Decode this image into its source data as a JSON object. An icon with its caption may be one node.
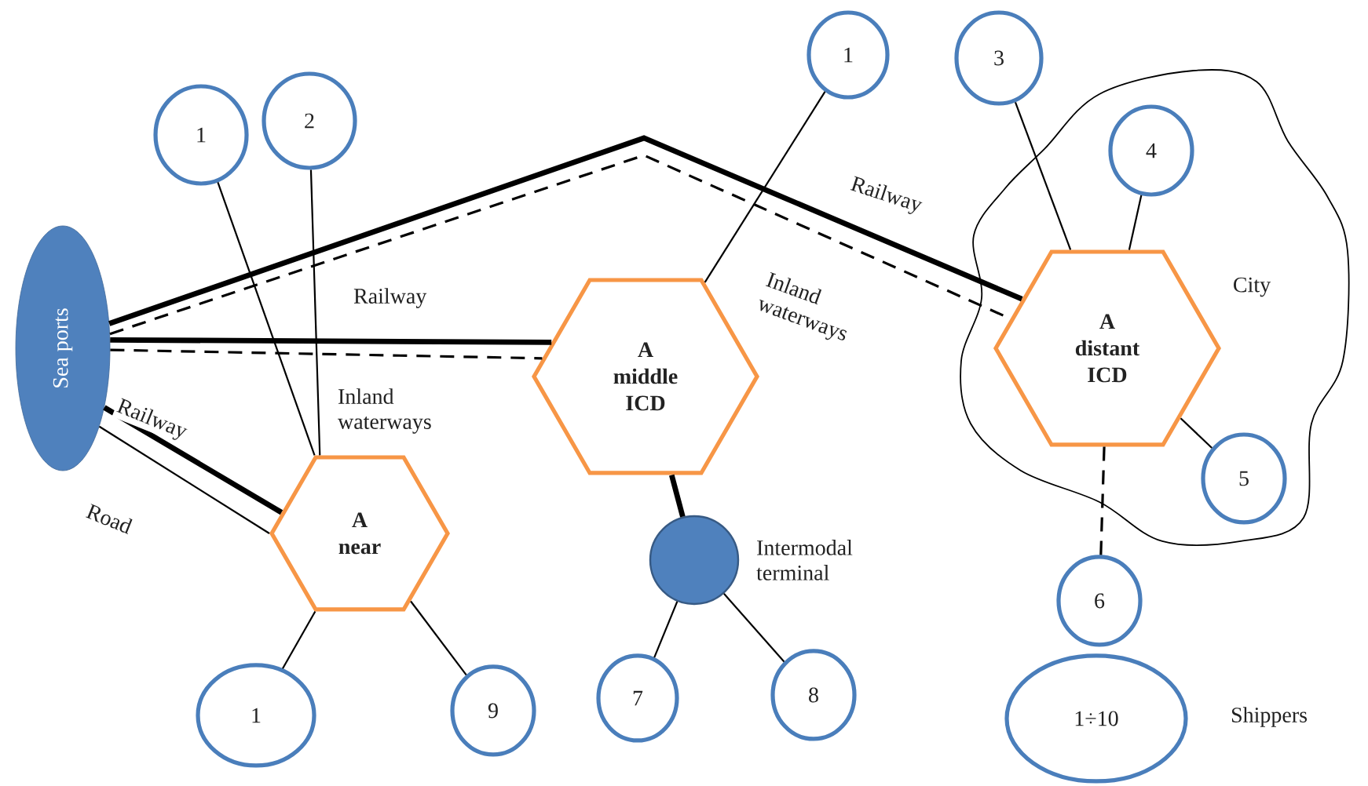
{
  "diagram": {
    "nodes": [
      {
        "text": [
          "Sea ports"
        ]
      },
      {
        "text": [
          "A near"
        ]
      },
      {
        "text": [
          "A middle ICD"
        ]
      },
      {
        "text": [
          "A distant ICD"
        ]
      },
      {
        "text": [],
        "shape": "circle",
        "beside": [
          "Intermodal terminal"
        ]
      },
      {
        "text": [
          "1"
        ]
      },
      {
        "text": [
          "2"
        ]
      },
      {
        "text": [
          "1"
        ]
      },
      {
        "text": [
          "3"
        ]
      },
      {
        "text": [
          "4"
        ]
      },
      {
        "text": [
          "5"
        ]
      },
      {
        "text": [
          "6"
        ]
      },
      {
        "text": [
          "1"
        ]
      },
      {
        "text": [
          "9"
        ]
      },
      {
        "text": [
          "7"
        ]
      },
      {
        "text": [
          "8"
        ]
      },
      {
        "text": [
          "1÷10"
        ],
        "beside": [
          "Shippers"
        ]
      }
    ],
    "edges": [
      {
        "from": 0,
        "to": 3,
        "arrow": "none",
        "style": "thick",
        "label": "Railway"
      },
      {
        "from": 0,
        "to": 3,
        "arrow": "none",
        "style": "dashed",
        "label": "Inland waterways"
      },
      {
        "from": 0,
        "to": 2,
        "arrow": "none",
        "style": "thick",
        "label": "Railway"
      },
      {
        "from": 0,
        "to": 2,
        "arrow": "none",
        "style": "dashed",
        "label": "Inland waterways"
      },
      {
        "from": 0,
        "to": 1,
        "arrow": "none",
        "style": "thick",
        "label": "Railway"
      },
      {
        "from": 0,
        "to": 1,
        "arrow": "none",
        "label": "Road"
      },
      {
        "from": 5,
        "to": 1,
        "arrow": "none"
      },
      {
        "from": 6,
        "to": 1,
        "arrow": "none"
      },
      {
        "from": 7,
        "to": 2,
        "arrow": "none"
      },
      {
        "from": 8,
        "to": 3,
        "arrow": "none"
      },
      {
        "from": 9,
        "to": 3,
        "arrow": "none"
      },
      {
        "from": 3,
        "to": 10,
        "arrow": "none"
      },
      {
        "from": 3,
        "to": 11,
        "arrow": "none",
        "style": "dashed"
      },
      {
        "from": 1,
        "to": 12,
        "arrow": "none"
      },
      {
        "from": 1,
        "to": 13,
        "arrow": "none"
      },
      {
        "from": 2,
        "to": 4,
        "arrow": "none",
        "style": "thick"
      },
      {
        "from": 4,
        "to": 14,
        "arrow": "none"
      },
      {
        "from": 4,
        "to": 15,
        "arrow": "none"
      }
    ],
    "labels": [
      "City"
    ]
  }
}
